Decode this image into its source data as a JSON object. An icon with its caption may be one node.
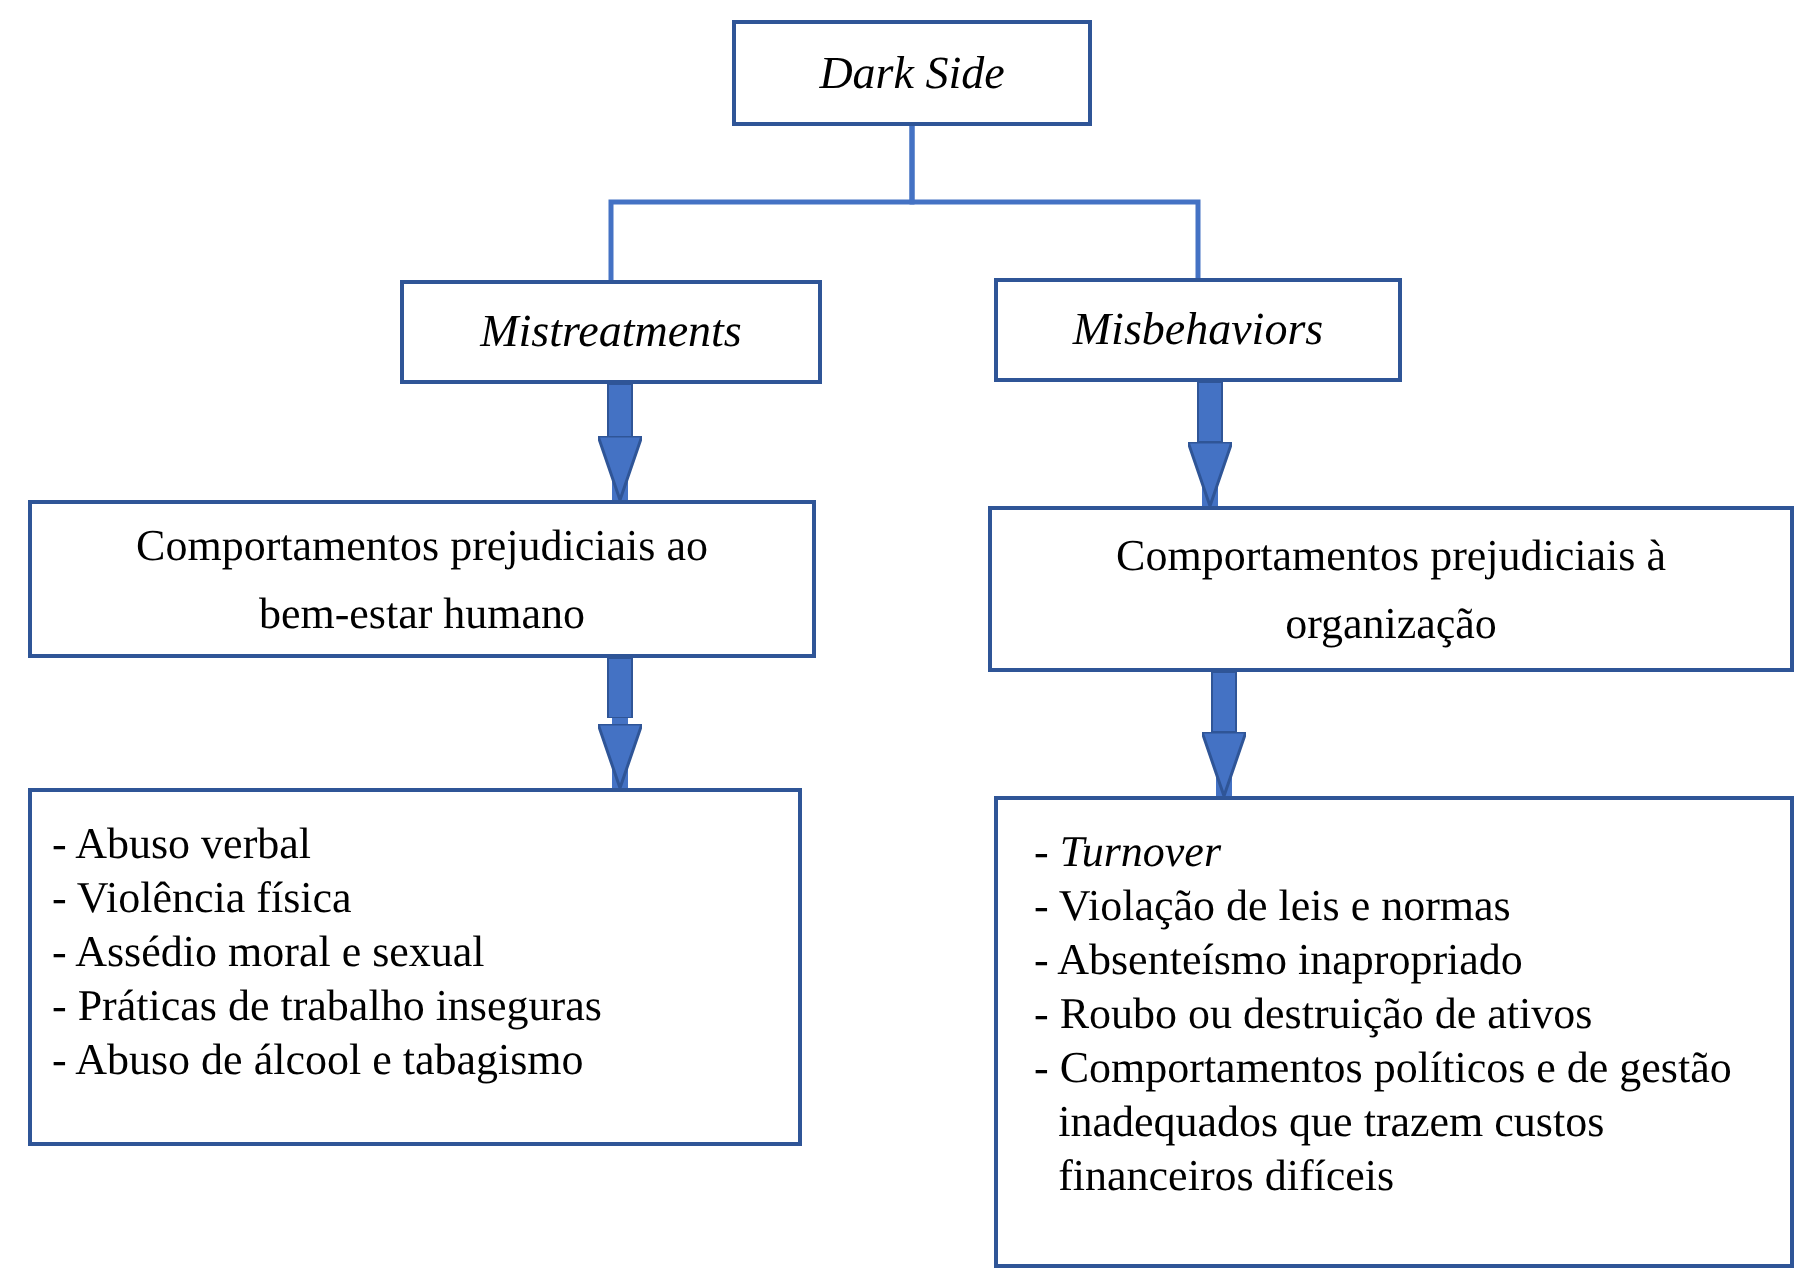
{
  "diagram": {
    "nodes": [
      {
        "text": [
          "Dark Side"
        ]
      },
      {
        "text": [
          "Mistreatments"
        ]
      },
      {
        "text": [
          "Misbehaviors"
        ]
      },
      {
        "text": [
          "Comportamentos prejudiciais ao bem-estar humano"
        ]
      },
      {
        "text": [
          "Comportamentos prejudiciais à organização"
        ]
      },
      {
        "text": [
          "- Abuso verbal",
          "- Violência física",
          "- Assédio moral e sexual",
          "- Práticas de trabalho inseguras",
          "- Abuso de álcool e tabagismo"
        ]
      },
      {
        "text": [
          "- *Turnover*",
          "- Violação de leis e normas",
          "- Absenteísmo inapropriado",
          "- Roubo ou destruição de ativos",
          "- Comportamentos políticos e de gestão inadequados que trazem custos financeiros difíceis"
        ]
      }
    ],
    "edges": [
      {
        "from": 0,
        "to": 1,
        "arrow": "none"
      },
      {
        "from": 0,
        "to": 2,
        "arrow": "none"
      },
      {
        "from": 1,
        "to": 3,
        "arrow": "to"
      },
      {
        "from": 2,
        "to": 4,
        "arrow": "to"
      },
      {
        "from": 3,
        "to": 5,
        "arrow": "to"
      },
      {
        "from": 4,
        "to": 6,
        "arrow": "to"
      }
    ]
  }
}
